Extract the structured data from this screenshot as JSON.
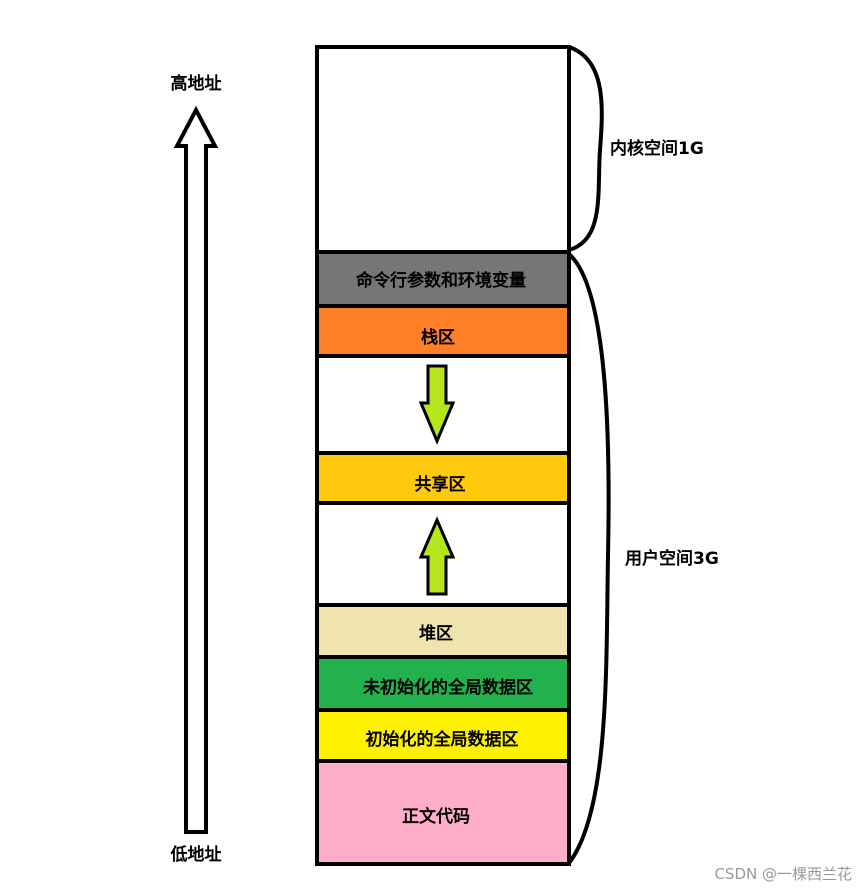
{
  "address_axis": {
    "high_label": "高地址",
    "low_label": "低地址"
  },
  "memory_layout": {
    "kernel_space": {
      "label": "",
      "fill": "#ffffff"
    },
    "segments": {
      "args_env": {
        "label": "命令行参数和环境变量",
        "fill": "#767676"
      },
      "stack": {
        "label": "栈区",
        "fill": "#ff7f27"
      },
      "shared": {
        "label": "共享区",
        "fill": "#ffc90e"
      },
      "heap": {
        "label": "堆区",
        "fill": "#efe4b0"
      },
      "bss": {
        "label": "未初始化的全局数据区",
        "fill": "#22b14c"
      },
      "data": {
        "label": "初始化的全局数据区",
        "fill": "#fff200"
      },
      "text": {
        "label": "正文代码",
        "fill": "#ffaec9"
      }
    },
    "growth_arrow_color": "#b5e61d"
  },
  "braces": {
    "kernel": "内核空间1G",
    "user": "用户空间3G"
  },
  "watermark": "CSDN @一棵西兰花"
}
